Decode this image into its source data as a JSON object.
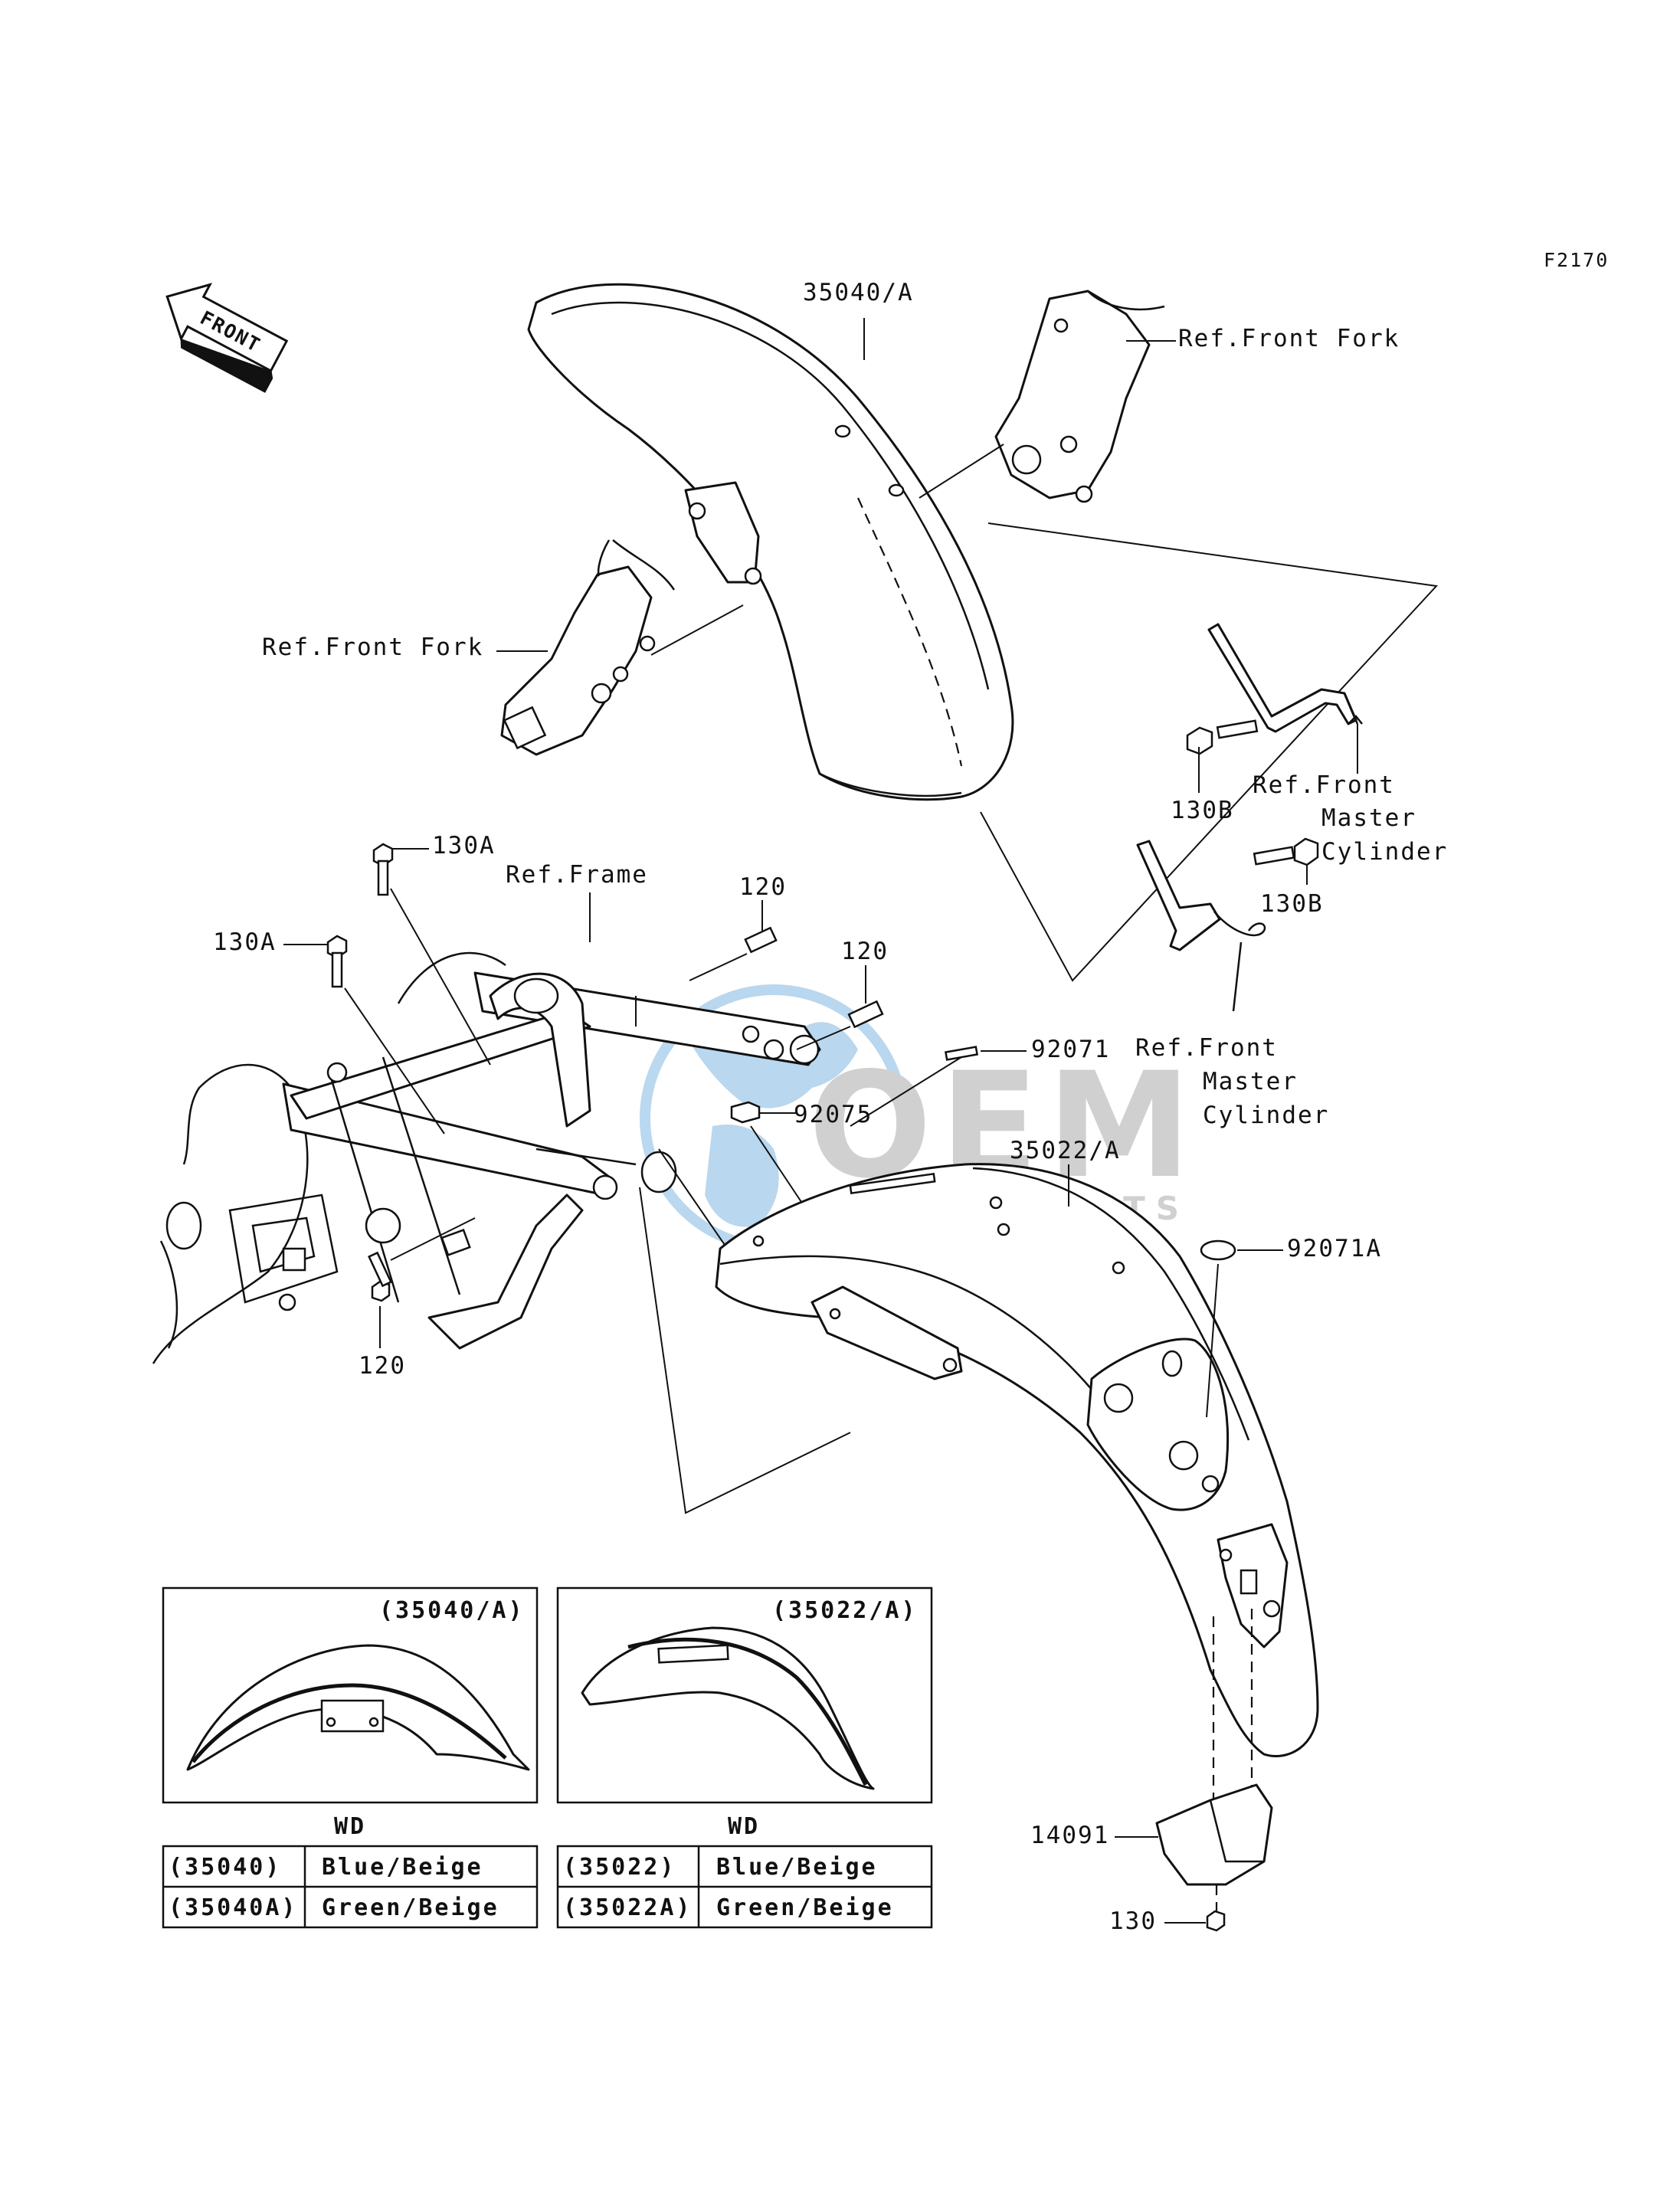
{
  "figure_code": "F2170",
  "front_arrow_label": "FRONT",
  "callouts": {
    "front_fender": "35040/A",
    "ref_front_fork_upper": "Ref.Front Fork",
    "ref_front_fork_left": "Ref.Front Fork",
    "bolt_130b_upper": "130B",
    "ref_master_cyl_upper": [
      "Ref.Front",
      "Master",
      "Cylinder"
    ],
    "bolt_130a_top": "130A",
    "ref_frame": "Ref.Frame",
    "bolt_120_a": "120",
    "bolt_130a_left": "130A",
    "bolt_120_b": "120",
    "bolt_130b_lower": "130B",
    "ref_master_cyl_lower": [
      "Ref.Front",
      "Master",
      "Cylinder"
    ],
    "part_92071": "92071",
    "part_92075": "92075",
    "rear_fender": "35022/A",
    "part_92071A": "92071A",
    "bolt_120_c": "120",
    "part_14091": "14091",
    "bolt_130": "130"
  },
  "watermark": {
    "main": "OEM",
    "sub": "MOTORPARTS"
  },
  "inset_front": {
    "title": "(35040/A)",
    "stripe_label": "WD",
    "table": [
      {
        "code": "(35040)",
        "color": "Blue/Beige"
      },
      {
        "code": "(35040A)",
        "color": "Green/Beige"
      }
    ]
  },
  "inset_rear": {
    "title": "(35022/A)",
    "stripe_label": "WD",
    "table": [
      {
        "code": "(35022)",
        "color": "Blue/Beige"
      },
      {
        "code": "(35022A)",
        "color": "Green/Beige"
      }
    ]
  }
}
